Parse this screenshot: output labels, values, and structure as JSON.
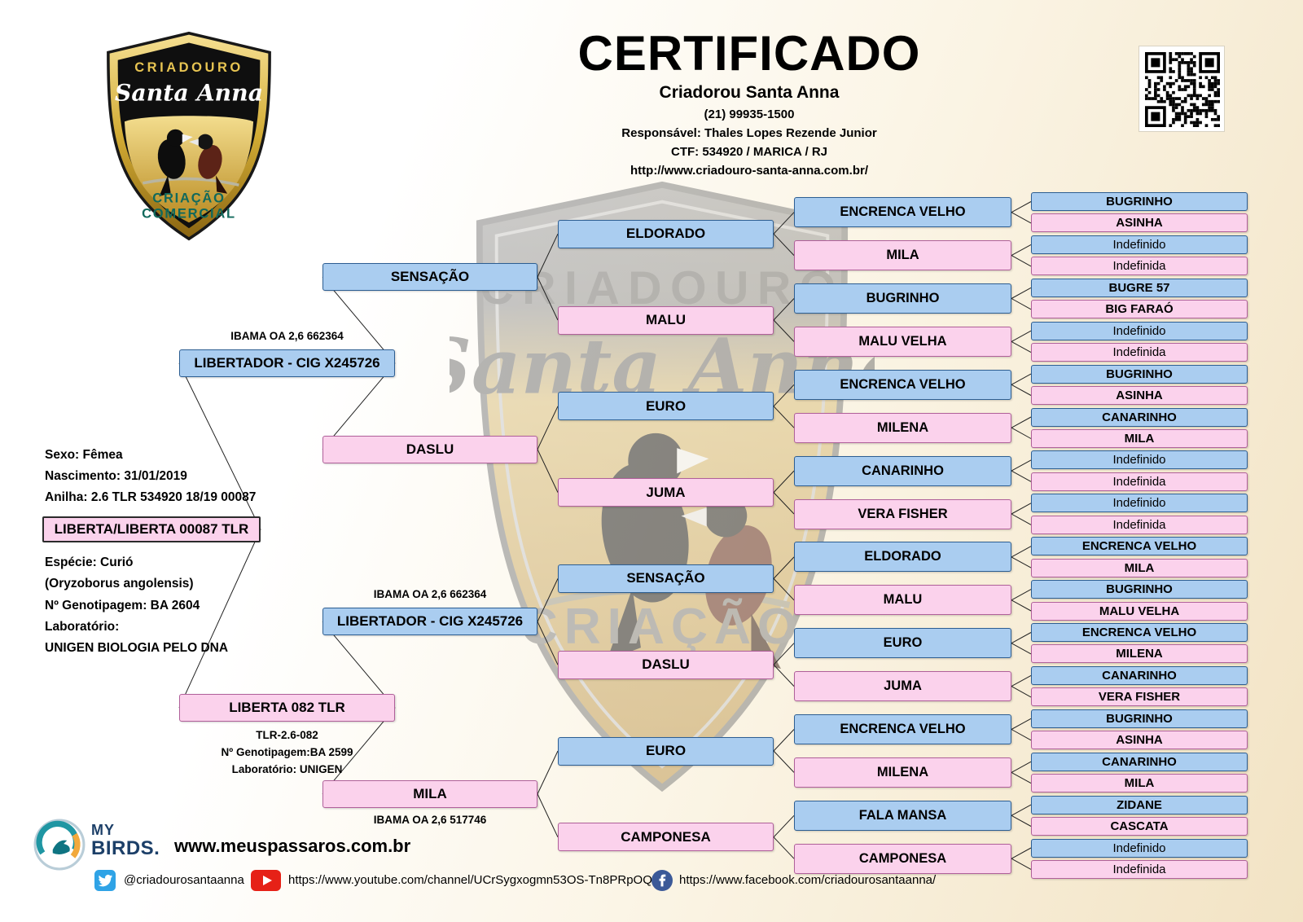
{
  "header": {
    "title": "CERTIFICADO",
    "breeder_name": "Criadorou Santa Anna",
    "phone": "(21) 99935-1500",
    "responsible": "Responsável: Thales Lopes Rezende Junior",
    "ctf": "CTF: 534920 / MARICA / RJ",
    "website": "http://www.criadouro-santa-anna.com.br/"
  },
  "logo": {
    "top_text": "CRIADOURO",
    "script_text": "Santa Anna",
    "bottom_text_1": "CRIAÇÃO",
    "bottom_text_2": "COMERCIAL"
  },
  "bird_info": {
    "sex": "Sexo: Fêmea",
    "birth": "Nascimento: 31/01/2019",
    "ring": "Anilha: 2.6 TLR 534920 18/19 00087",
    "subject_name": "LIBERTA/LIBERTA 00087 TLR",
    "species": "Espécie: Curió",
    "species_latin": "(Oryzoborus angolensis)",
    "genotyping": "Nº Genotipagem: BA 2604",
    "lab_label": "Laboratório:",
    "lab_name": "UNIGEN BIOLOGIA PELO DNA"
  },
  "annotations": {
    "father_ibama": "IBAMA OA 2,6 662364",
    "grandfather_ibama": "IBAMA OA 2,6 662364",
    "mother_ring": "TLR-2.6-082",
    "mother_genotyping": "Nº Genotipagem:BA 2599",
    "mother_lab": "Laboratório: UNIGEN",
    "grandmother_ibama": "IBAMA OA 2,6 517746"
  },
  "pedigree": {
    "gen1": [
      "LIBERTADOR - CIG X245726",
      "LIBERTA 082 TLR"
    ],
    "gen2": [
      "SENSAÇÃO",
      "DASLU",
      "LIBERTADOR - CIG X245726",
      "MILA"
    ],
    "gen3": [
      "ELDORADO",
      "MALU",
      "EURO",
      "JUMA",
      "SENSAÇÃO",
      "DASLU",
      "EURO",
      "CAMPONESA"
    ],
    "gen4": [
      "ENCRENCA VELHO",
      "MILA",
      "BUGRINHO",
      "MALU VELHA",
      "ENCRENCA VELHO",
      "MILENA",
      "CANARINHO",
      "VERA FISHER",
      "ELDORADO",
      "MALU",
      "EURO",
      "JUMA",
      "ENCRENCA VELHO",
      "MILENA",
      "FALA MANSA",
      "CAMPONESA"
    ],
    "gen5": [
      "BUGRINHO",
      "ASINHA",
      "Indefinido",
      "Indefinida",
      "BUGRE 57",
      "BIG FARAÓ",
      "Indefinido",
      "Indefinida",
      "BUGRINHO",
      "ASINHA",
      "CANARINHO",
      "MILA",
      "Indefinido",
      "Indefinida",
      "Indefinido",
      "Indefinida",
      "ENCRENCA VELHO",
      "MILA",
      "BUGRINHO",
      "MALU VELHA",
      "ENCRENCA VELHO",
      "MILENA",
      "CANARINHO",
      "VERA FISHER",
      "BUGRINHO",
      "ASINHA",
      "CANARINHO",
      "MILA",
      "ZIDANE",
      "CASCATA",
      "Indefinido",
      "Indefinida"
    ]
  },
  "colors": {
    "male-bg": "#aacdf0",
    "male-border": "#2d5e92",
    "female-bg": "#fbd2ec",
    "female-border": "#b0609a"
  },
  "footer": {
    "mybirds_line1": "MY",
    "mybirds_line2": "BIRDS.",
    "site": "www.meuspassaros.com.br",
    "twitter_handle": "@criadourosantaanna",
    "youtube_url": "https://www.youtube.com/channel/UCrSygxogmn53OS-Tn8PRpOQ",
    "facebook_url": "https://www.facebook.com/criadourosantaanna/"
  }
}
